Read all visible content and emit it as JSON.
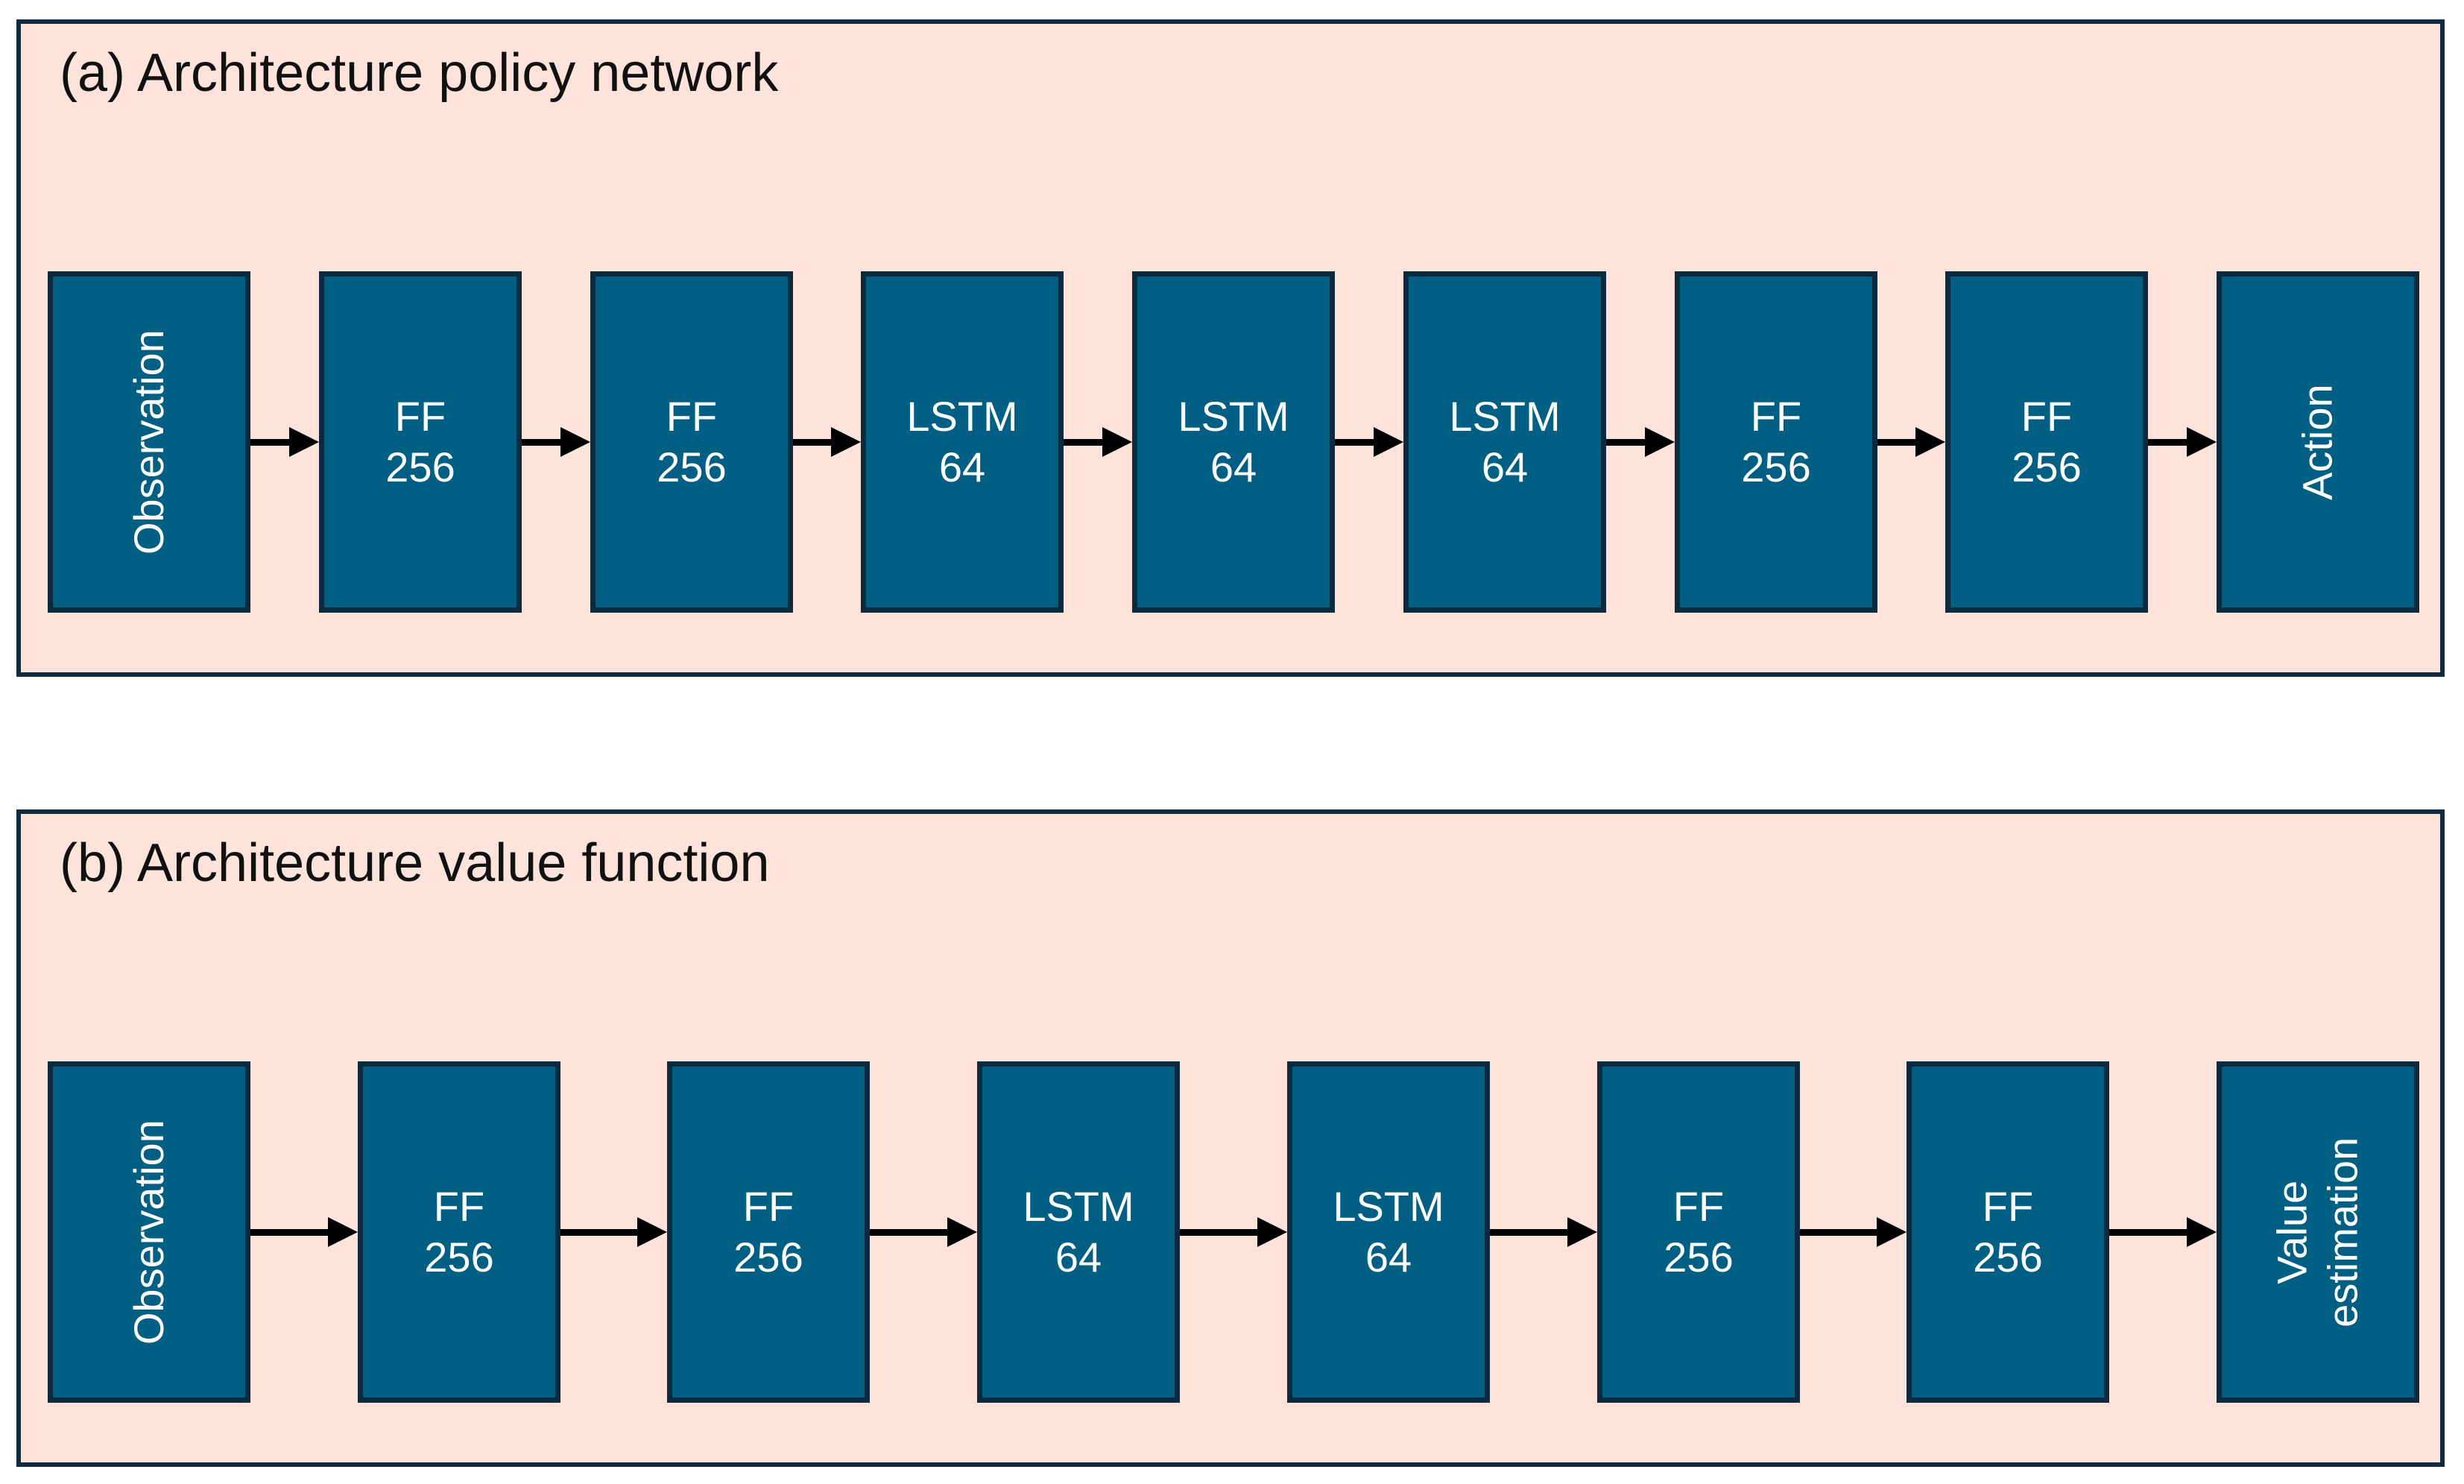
{
  "panels": [
    {
      "id": "a",
      "title": "(a) Architecture policy network",
      "blocks": [
        {
          "lines": [
            "Observation"
          ],
          "rotated": true
        },
        {
          "lines": [
            "FF",
            "256"
          ],
          "rotated": false
        },
        {
          "lines": [
            "FF",
            "256"
          ],
          "rotated": false
        },
        {
          "lines": [
            "LSTM",
            "64"
          ],
          "rotated": false
        },
        {
          "lines": [
            "LSTM",
            "64"
          ],
          "rotated": false
        },
        {
          "lines": [
            "LSTM",
            "64"
          ],
          "rotated": false
        },
        {
          "lines": [
            "FF",
            "256"
          ],
          "rotated": false
        },
        {
          "lines": [
            "FF",
            "256"
          ],
          "rotated": false
        },
        {
          "lines": [
            "Action"
          ],
          "rotated": true
        }
      ]
    },
    {
      "id": "b",
      "title": "(b) Architecture value function",
      "blocks": [
        {
          "lines": [
            "Observation"
          ],
          "rotated": true
        },
        {
          "lines": [
            "FF",
            "256"
          ],
          "rotated": false
        },
        {
          "lines": [
            "FF",
            "256"
          ],
          "rotated": false
        },
        {
          "lines": [
            "LSTM",
            "64"
          ],
          "rotated": false
        },
        {
          "lines": [
            "LSTM",
            "64"
          ],
          "rotated": false
        },
        {
          "lines": [
            "FF",
            "256"
          ],
          "rotated": false
        },
        {
          "lines": [
            "FF",
            "256"
          ],
          "rotated": false
        },
        {
          "lines": [
            "Value",
            "estimation"
          ],
          "rotated": true
        }
      ]
    }
  ],
  "colors": {
    "panel_background": "#fde3d9",
    "panel_border": "#0d2c3f",
    "block_fill": "#005f83",
    "block_border": "#0c2a3d",
    "block_text": "#ffffff",
    "arrow": "#000000"
  }
}
